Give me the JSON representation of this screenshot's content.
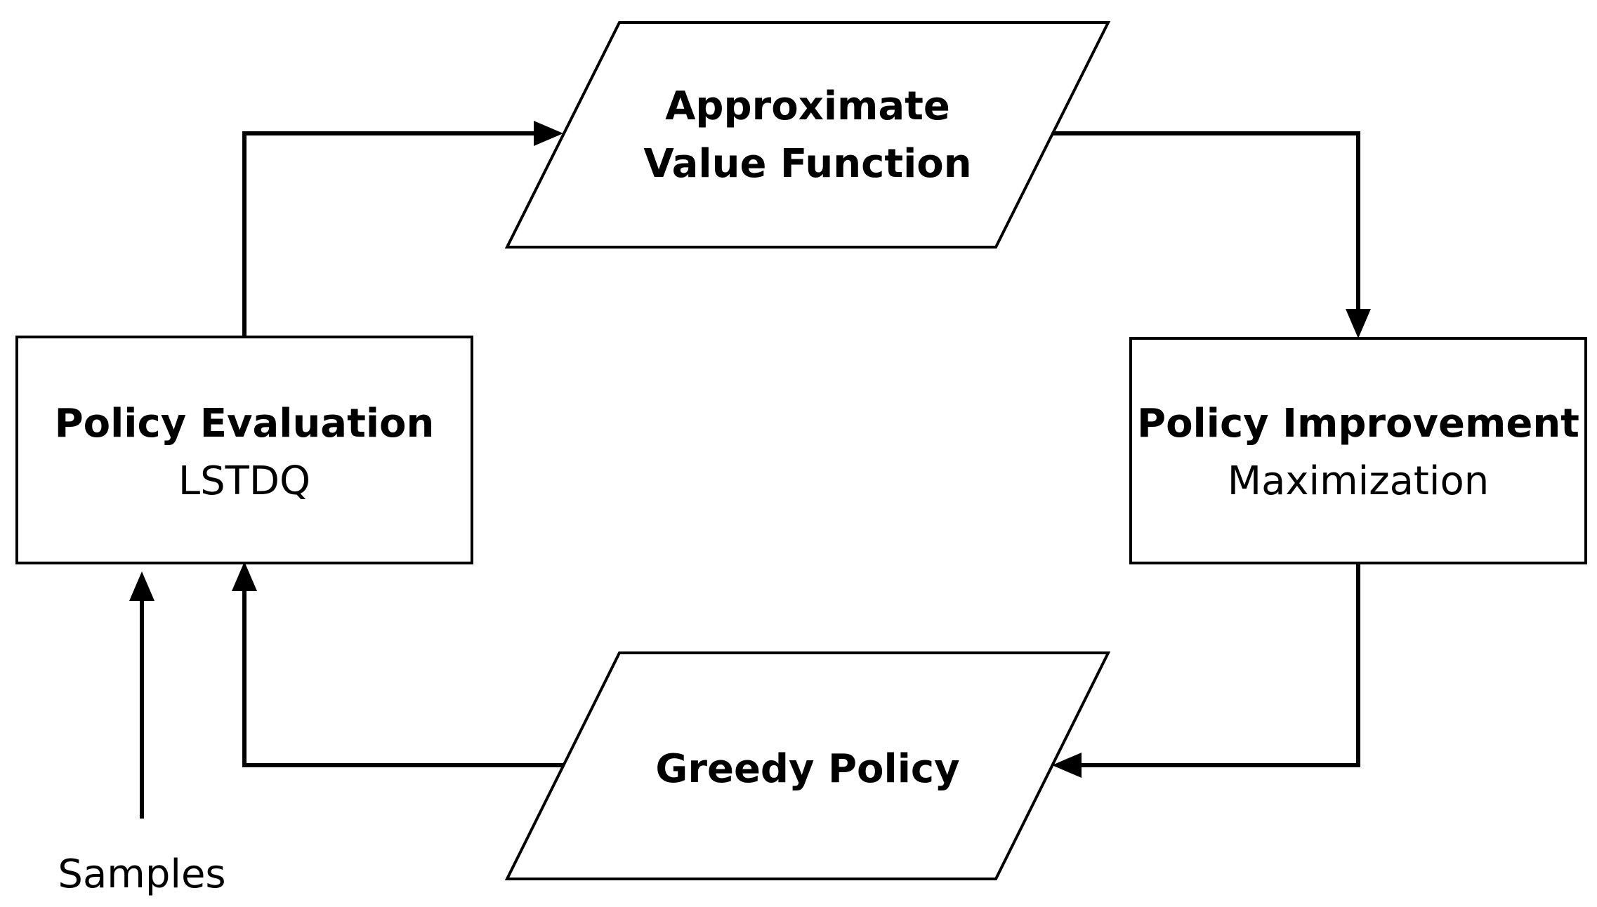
{
  "nodes": {
    "approximate_value_function": {
      "line1": "Approximate",
      "line2": "Value Function"
    },
    "policy_evaluation": {
      "title": "Policy Evaluation",
      "subtitle": "LSTDQ"
    },
    "policy_improvement": {
      "title": "Policy Improvement",
      "subtitle": "Maximization"
    },
    "greedy_policy": {
      "label": "Greedy Policy"
    }
  },
  "inputs": {
    "samples_label": "Samples"
  },
  "colors": {
    "stroke": "#000000",
    "background": "#ffffff"
  }
}
